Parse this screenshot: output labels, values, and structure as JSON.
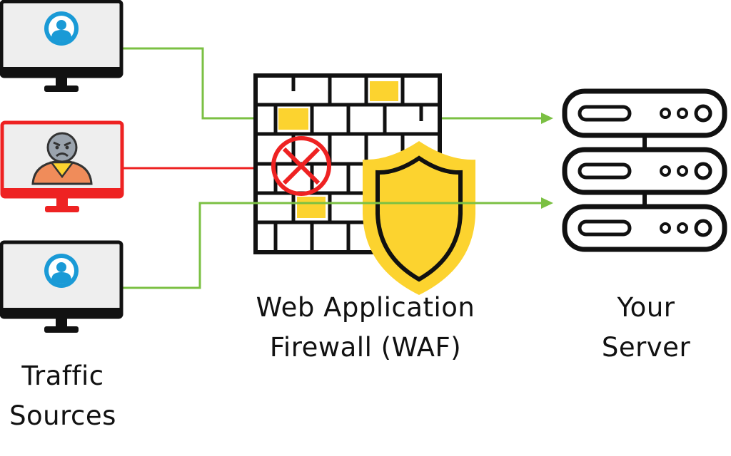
{
  "labels": {
    "traffic_sources": [
      "Traffic",
      "Sources"
    ],
    "waf": [
      "Web Application",
      "Firewall (WAF)"
    ],
    "server": [
      "Your",
      "Server"
    ]
  },
  "sources": [
    {
      "type": "user",
      "status": "allowed",
      "icon": "user-icon"
    },
    {
      "type": "attacker",
      "status": "blocked",
      "icon": "angry-attacker-icon"
    },
    {
      "type": "user",
      "status": "allowed",
      "icon": "user-icon"
    }
  ],
  "icons": {
    "firewall": "brick-wall-icon",
    "shield": "shield-icon",
    "blocked": "blocked-icon",
    "server": "server-rack-icon"
  },
  "colors": {
    "allowed_line": "#7bc043",
    "blocked": "#ee2222",
    "accent_yellow": "#fcd32f",
    "user_icon": "#1a9ad6",
    "outline": "#111111",
    "screen": "#eeeeee"
  }
}
